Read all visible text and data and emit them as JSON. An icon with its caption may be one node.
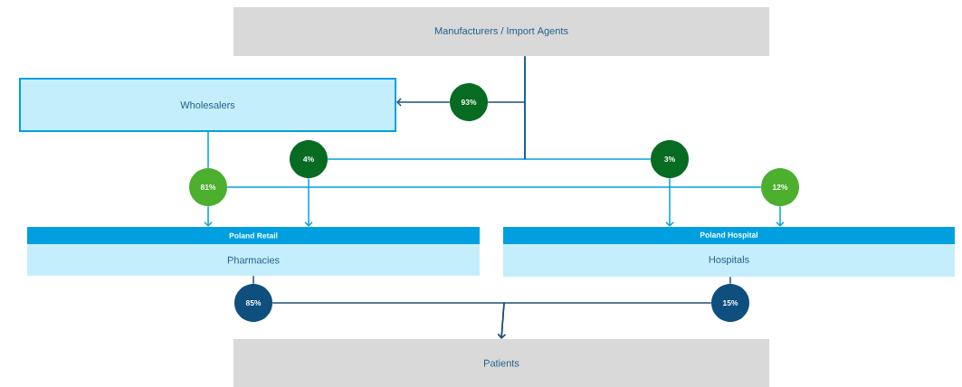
{
  "diagram": {
    "nodes": [
      {
        "text": [
          "Manufacturers / Import Agents"
        ]
      },
      {
        "text": [
          "Wholesalers"
        ]
      },
      {
        "text": [
          "Poland Retail",
          "Pharmacies"
        ]
      },
      {
        "text": [
          "Poland Hospital",
          "Hospitals"
        ]
      },
      {
        "text": [
          "Patients"
        ]
      },
      {
        "text": [
          "93%"
        ]
      },
      {
        "text": [
          "4%"
        ]
      },
      {
        "text": [
          "3%"
        ]
      },
      {
        "text": [
          "81%"
        ]
      },
      {
        "text": [
          "12%"
        ]
      },
      {
        "text": [
          "85%"
        ]
      },
      {
        "text": [
          "15%"
        ]
      }
    ],
    "edges": [
      {
        "from": 0,
        "to": 6,
        "arrow": "none"
      },
      {
        "from": 0,
        "to": 7,
        "arrow": "none"
      },
      {
        "from": 0,
        "to": 5,
        "arrow": "none",
        "color": "#1f4e79"
      },
      {
        "from": 5,
        "to": 1,
        "arrow": "to",
        "color": "#1f4e79"
      },
      {
        "from": 6,
        "to": 2,
        "arrow": "to"
      },
      {
        "from": 7,
        "to": 3,
        "arrow": "to"
      },
      {
        "from": 1,
        "to": 8,
        "arrow": "none"
      },
      {
        "from": 8,
        "to": 9,
        "arrow": "none"
      },
      {
        "from": 8,
        "to": 2,
        "arrow": "to"
      },
      {
        "from": 9,
        "to": 3,
        "arrow": "to"
      },
      {
        "from": 2,
        "to": 10,
        "arrow": "none",
        "color": "#1f4e79"
      },
      {
        "from": 3,
        "to": 11,
        "arrow": "none",
        "color": "#1f4e79"
      },
      {
        "from": 10,
        "to": 4,
        "arrow": "to",
        "color": "#1f4e79"
      },
      {
        "from": 11,
        "to": 4,
        "arrow": "to",
        "color": "#1f4e79"
      }
    ]
  }
}
